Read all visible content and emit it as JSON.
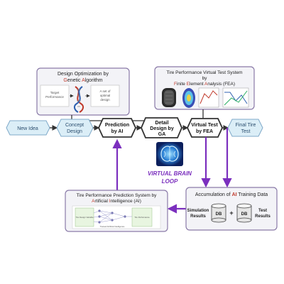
{
  "colors": {
    "flow": "#333333",
    "loop": "#7b2fbe",
    "brain_glow": "#3fa9f5",
    "highlight": "#c0392b",
    "panel": "#f3f3f7"
  },
  "ga_panel": {
    "title_line1": "Design Optimization by",
    "title_g": "G",
    "title_rest1": "enetic ",
    "title_a": "A",
    "title_rest2": "lgorithm",
    "input_line1": "Target",
    "input_line2": "Performance",
    "output_line1": "A set of",
    "output_line2": "optimal",
    "output_line3": "design",
    "icon": "dna-icon"
  },
  "fea_panel": {
    "title_line1": "Tire Performance Virtual Test System",
    "title_line2": "by",
    "f": "F",
    "f_rest": "inite ",
    "e": "E",
    "e_rest": "lement ",
    "a": "A",
    "a_rest": "nalysis (FEA)",
    "icon_tire": "tire-icon",
    "icon_mesh": "fea-mesh-icon"
  },
  "flow": [
    {
      "id": "new-idea",
      "label1": "New Idea",
      "label2": ""
    },
    {
      "id": "concept-design",
      "label1": "Concept",
      "label2": "Design"
    },
    {
      "id": "prediction-ai",
      "label1": "Prediction",
      "label2": "by AI"
    },
    {
      "id": "detail-design",
      "label1": "Detail",
      "label2": "Design by",
      "label3": "GA"
    },
    {
      "id": "virtual-test",
      "label1": "Virtual Test",
      "label2": "by FEA"
    },
    {
      "id": "final-test",
      "label1": "Final Tire",
      "label2": "Test"
    }
  ],
  "brain": {
    "line1": "VIRTUAL BRAIN",
    "line2": "LOOP",
    "icon": "brain-icon"
  },
  "ai_panel": {
    "title_line1": "Tire Performance Prediction System by",
    "a": "A",
    "a_rest": "rtificial ",
    "i": "I",
    "i_rest": "ntelligence (AI)",
    "icon": "neural-network-icon",
    "node_labels": [
      "Tire Design Variable",
      "Trained Artificial Intelligence",
      "Tire Performance"
    ]
  },
  "acc_panel": {
    "title_pre": "Accumulation of ",
    "title_ai": "AI",
    "title_post": " Training Data",
    "left1": "Simulation",
    "left2": "Results",
    "right1": "Test",
    "right2": "Results",
    "db_label": "DB",
    "plus": "+"
  }
}
